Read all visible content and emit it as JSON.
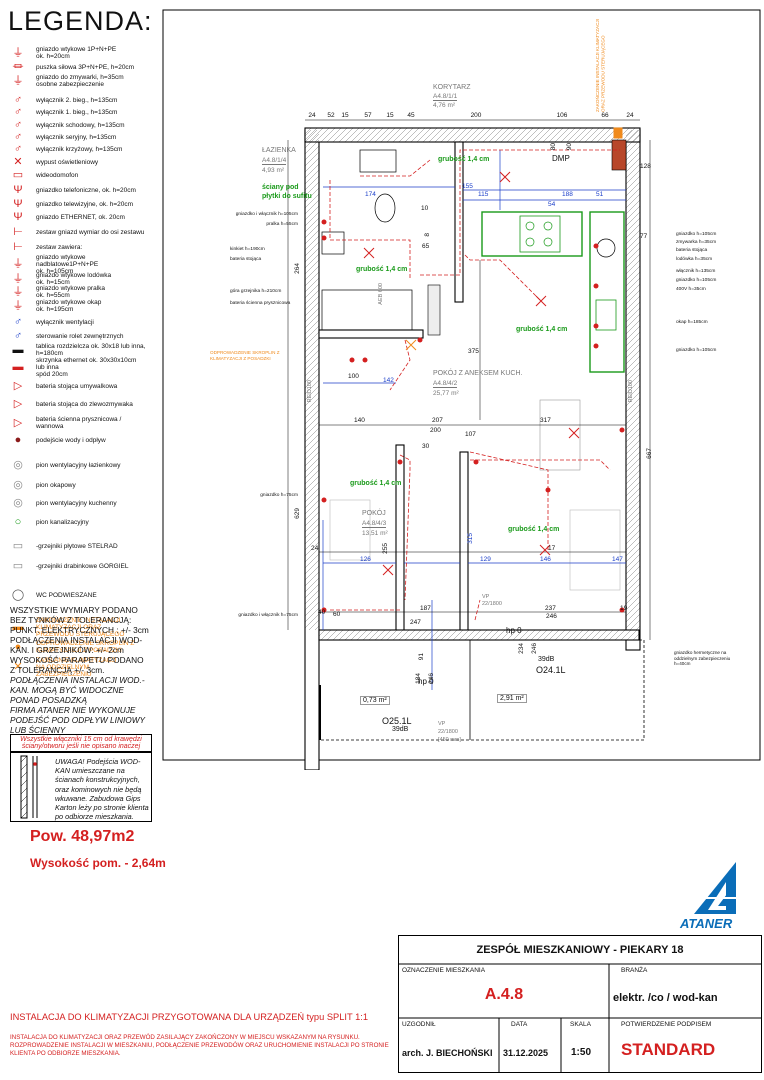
{
  "legend": {
    "title": "LEGENDA:",
    "items": [
      {
        "icon": "outlet-icon",
        "text": "gniazdo wtykowe 1P+N+PE\nok. h=20cm"
      },
      {
        "icon": "power-box-icon",
        "text": "puszka siłowa 3P+N+PE, h=20cm"
      },
      {
        "icon": "outlet-icon",
        "text": "gniazdo do zmywarki, h=35cm\nosobne zabezpieczenie"
      },
      {
        "icon": "switch-icon",
        "text": "wyłącznik 2. bieg., h=135cm"
      },
      {
        "icon": "switch-icon",
        "text": "wyłącznik 1. bieg., h=135cm"
      },
      {
        "icon": "switch-icon",
        "text": "wyłącznik schodowy, h=135cm"
      },
      {
        "icon": "switch-icon",
        "text": "wyłącznik seryjny, h=135cm"
      },
      {
        "icon": "switch-icon",
        "text": "wyłącznik krzyżowy, h=135cm"
      },
      {
        "icon": "light-outlet-icon",
        "text": "wypust oświetleniowy"
      },
      {
        "icon": "intercom-icon",
        "text": "wideodomofon"
      },
      {
        "icon": "phone-outlet-icon",
        "text": "gniazdko telefoniczne, ok. h=20cm"
      },
      {
        "icon": "tv-outlet-icon",
        "text": "gniazdko telewizyjne, ok. h=20cm"
      },
      {
        "icon": "ethernet-outlet-icon",
        "text": "gniazdo ETHERNET, ok. 20cm"
      },
      {
        "icon": "socket-set-icon",
        "text": "zestaw gniazd wymiar do osi zestawu"
      },
      {
        "icon": "socket-set-icon",
        "text": "zestaw zawiera:"
      },
      {
        "icon": "outlet-icon",
        "text": "gniazdo wtykowe nadblatowe1P+N+PE\nok. h=105cm"
      },
      {
        "icon": "outlet-icon",
        "text": "gniazdo wtykowe lodówka\nok. h=15cm"
      },
      {
        "icon": "outlet-icon",
        "text": "gniazdo wtykowe pralka\nok. h=55cm"
      },
      {
        "icon": "outlet-icon",
        "text": "gniazdo wtykowe okap\nok. h=195cm"
      },
      {
        "icon": "vent-switch-icon",
        "text": "wyłącznik wentylacji"
      },
      {
        "icon": "blind-control-icon",
        "text": "sterowanie rolet zewnętrznych"
      },
      {
        "icon": "distribution-board-icon",
        "text": "tablica rozdzielcza ok. 30x18 lub inna, h=180cm"
      },
      {
        "icon": "ethernet-box-icon",
        "text": "skrzynka ethernet ok. 30x30x10cm lub inna\nspód 20cm"
      },
      {
        "icon": "washbasin-tap-icon",
        "text": "bateria stojąca umywalkowa"
      },
      {
        "icon": "sink-tap-icon",
        "text": "bateria stojąca do zlewozmywaka"
      },
      {
        "icon": "shower-tap-icon",
        "text": "bateria ścienna prysznicowa / wannowa"
      },
      {
        "icon": "water-connection-icon",
        "text": "podejście wody i odpływ"
      },
      {
        "icon": "bathroom-vent-icon",
        "text": "pion wentylacyjny łazienkowy"
      },
      {
        "icon": "hood-vent-icon",
        "text": "pion okapowy"
      },
      {
        "icon": "kitchen-vent-icon",
        "text": "pion wentylacyjny kuchenny"
      },
      {
        "icon": "sewer-riser-icon",
        "text": "pion kanalizacyjny"
      },
      {
        "icon": "panel-radiator-icon",
        "text": "-grzejniki płytowe STELRAD"
      },
      {
        "icon": "ladder-radiator-icon",
        "text": "-grzejniki drabinkowe GORGIEL"
      },
      {
        "icon": "wc-icon",
        "text": "WC PODWIESZANE"
      },
      {
        "icon": "ac-termination-icon",
        "text": "ZAKOŃCZENIE INSTALACJI\nKLIMATYZACJI  ORAZ\nPRZEWODU STERUJĄCEGO"
      },
      {
        "icon": "condensate-drain-icon",
        "text": "ODPROWADZENIE SKROPLIN Z\nKLIMATYZACJI Z POSADZKI"
      },
      {
        "icon": "ac-power-icon",
        "text": "ZASILANIE KLIMATYZACJI\nNA ODDZIELNYM ZABEZPIECZENIU"
      }
    ]
  },
  "tolerances": [
    "WSZYSTKIE WYMIARY PODANO BEZ TYNKÓW Z TOLERANCJĄ:",
    "PUNKT. ELEKTRYCZNYCH : +/- 3cm",
    "PODŁĄCZENIA INSTALACJI WOD-KAN. I GRZEJNIKÓW: +/- 2cm",
    "WYSOKOŚĆ PARAPETU PODANO Z TOLERANCJĄ +/- 3cm.",
    "PODŁĄCZENIA INSTALACJI WOD.-KAN. MOGĄ BYĆ WIDOCZNE PONAD POSADZKĄ",
    "FIRMA ATANER NIE WYKONUJE PODEJŚĆ POD ODPŁYW LINIOWY LUB ŚCIENNY"
  ],
  "switch_note": "Wszystkie włączniki 15 cm od krawędzi ściany/otworu jeśli nie opisano inaczej",
  "warning": "UWAGA! Podejścia WOD-KAN umieszczane na ścianach konstrukcyjnych, oraz kominowych nie będą wkuwane. Zabudowa Gips Karton leży po stronie klienta po odbiorze mieszkania.",
  "area": "Pow. 48,97m2",
  "height": "Wysokość pom. - 2,64m",
  "ac_note": {
    "title": "INSTALACJA DO KLIMATYZACJI PRZYGOTOWANA DLA URZĄDZEŃ typu SPLIT 1:1",
    "desc": "INSTALACJA DO KLIMATYZACJI ORAZ PRZEWÓD ZASILAJĄCY ZAKOŃCZONY W MIEJSCU WSKAZANYM NA RYSUNKU. ROZPROWADZENIE INSTALACJI W MIESZKANIU, PODŁĄCZENIE PRZEWODÓW ORAZ URUCHOMIENIE INSTALACJI PO STRONIE KLIENTA PO ODBIORZE MIESZKANIA."
  },
  "logo": {
    "text": "ATANER",
    "color": "#0a6db8"
  },
  "title_block": {
    "project": "ZESPÓŁ MIESZKANIOWY - PIEKARY 18",
    "apartment_label": "OZNACZENIE MIESZKANIA",
    "apartment": "A.4.8",
    "branch_label": "BRANŻA",
    "branch": "elektr. /co / wod-kan",
    "agreed_label": "UZGODNIŁ",
    "agreed": "arch. J. BIECHOŃSKI",
    "date_label": "DATA",
    "date": "31.12.2025",
    "scale_label": "SKALA",
    "scale": "1:50",
    "confirm_label": "POTWIERDZENIE  PODPISEM",
    "confirm": "STANDARD"
  },
  "plan": {
    "rooms": [
      {
        "name": "KORYTARZ",
        "id": "A4.8/1/1",
        "area": "4,76 m²"
      },
      {
        "name": "ŁAZIENKA",
        "id": "A4.8/1/4",
        "area": "4,93 m²"
      },
      {
        "name": "POKÓJ Z ANEKSEM KUCH.",
        "id": "A4.8/4/2",
        "area": "25,77 m²"
      },
      {
        "name": "POKÓJ",
        "id": "A4.8/4/3",
        "area": "13,51 m²"
      }
    ],
    "notes": {
      "grubosc": "grubość 1,4 cm",
      "tiles": "ściany pod płytki do sufitu",
      "dmp": "DMP",
      "ac_vertical": "ZAKOŃCZENIE INSTALACJI KLIMATYZACJI ORAZ PRZEWODU STERUJĄCEGO",
      "ac_drain": "ODPROWADZENIE SKROPLIN Z KLIMATYZACJI Z POSADZKI",
      "hp0": "hp 0",
      "o24": "O24.1L",
      "o25": "O25.1L",
      "db39": "39dB",
      "vp": "VP",
      "vp_size": "22/1800",
      "vp_sub": "[450 mm]",
      "bal1": "0,73 m²",
      "bal2": "2,91 m²",
      "reid": "REID100",
      "aeb": "AEB 600",
      "seal": "gniazdko hermetyczne na oddzielnym zabezpieczeniu h=40cm"
    },
    "callouts_left": [
      "gniazdko i włącznik h=105cm",
      "pralka h=55cm",
      "kinkiet h=190cm",
      "bateria stojąca",
      "góra grzejnika h=210cm",
      "bateria ścienna prysznicowa",
      "gniazdko h=75cm",
      "gniazdko i włącznik h=75cm"
    ],
    "callouts_right": [
      "gniazdko h=105cm",
      "zmywarka h=35cm",
      "bateria stojąca",
      "lodówka h=35cm",
      "włącznik h=135cm",
      "gniazdko h=105cm",
      "400V h=35cm",
      "okap h=185cm",
      "gniazdko h=105cm"
    ],
    "dims_top": [
      "24",
      "52",
      "15",
      "57",
      "15",
      "45",
      "200",
      "106",
      "66",
      "24"
    ],
    "dims_misc": [
      "128",
      "77",
      "264",
      "629",
      "667",
      "375",
      "317",
      "140",
      "187",
      "255",
      "237",
      "246",
      "234",
      "246",
      "184",
      "246",
      "91",
      "315",
      "126",
      "129",
      "146",
      "147",
      "155",
      "115",
      "188",
      "54",
      "51",
      "174",
      "142",
      "100",
      "65",
      "10",
      "8",
      "80",
      "90",
      "200",
      "207",
      "107",
      "247",
      "17",
      "24",
      "19",
      "40",
      "60",
      "30"
    ]
  }
}
